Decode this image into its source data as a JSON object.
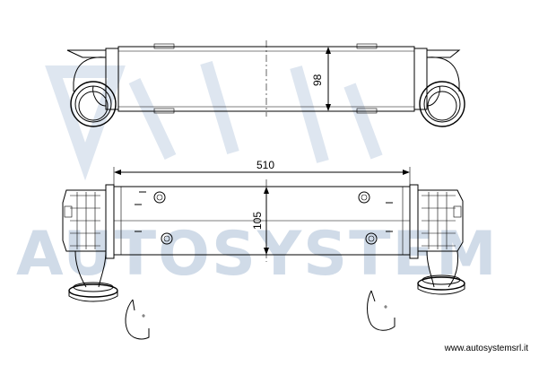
{
  "watermark": {
    "text": "AUTOSYSTEM"
  },
  "dimensions": {
    "height_top": "98",
    "width": "510",
    "height_front": "105"
  },
  "footer": {
    "website": "www.autosystemsrl.it"
  }
}
